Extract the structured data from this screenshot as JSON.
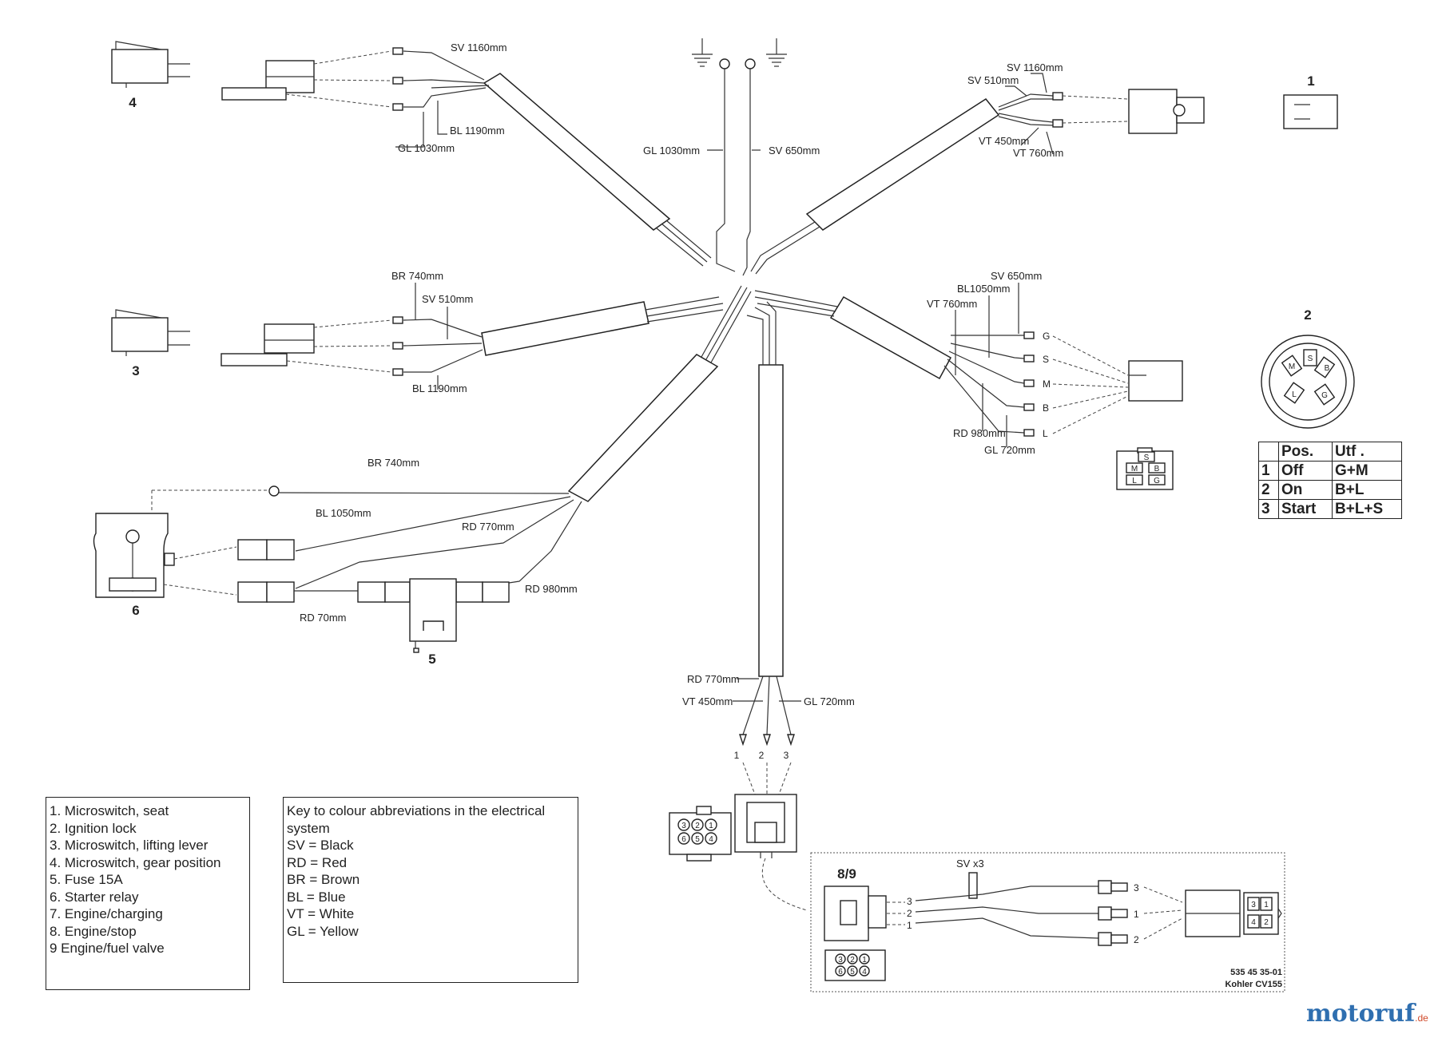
{
  "components": {
    "c1": "1",
    "c2": "2",
    "c3": "3",
    "c4": "4",
    "c5": "5",
    "c6": "6",
    "c89": "8/9"
  },
  "wire_labels": {
    "sv1160_left": "SV 1160mm",
    "bl1190_left": "BL 1190mm",
    "gl1030_left": "GL 1030mm",
    "gl1030_center": "GL 1030mm",
    "sv650_center": "SV 650mm",
    "sv1160_right": "SV 1160mm",
    "sv510_right": "SV 510mm",
    "vt450_right": "VT 450mm",
    "vt760_right": "VT 760mm",
    "br740_mid": "BR 740mm",
    "sv510_mid": "SV 510mm",
    "bl1190_mid": "BL 1190mm",
    "sv650_right": "SV 650mm",
    "bl1050_right": "BL1050mm",
    "vt760_right2": "VT 760mm",
    "rd980_right": "RD 980mm",
    "gl720_right": "GL 720mm",
    "br740_low": "BR 740mm",
    "bl1050_low": "BL 1050mm",
    "rd770_low": "RD 770mm",
    "rd980_low": "RD 980mm",
    "rd70_low": "RD 70mm",
    "rd770_bottom": "RD 770mm",
    "vt450_bottom": "VT 450mm",
    "gl720_bottom": "GL 720mm",
    "svx3": "SV x3"
  },
  "pins": {
    "g": "G",
    "s": "S",
    "m": "M",
    "b": "B",
    "l": "L",
    "p1": "1",
    "p2": "2",
    "p3": "3"
  },
  "ignition_pins": {
    "s": "S",
    "m": "M",
    "b": "B",
    "l": "L",
    "g": "G"
  },
  "plug_pins": {
    "a": "3",
    "b": "1",
    "c": "4",
    "d": "2"
  },
  "connector_pins": {
    "a": "3",
    "b": "2",
    "c": "1",
    "d": "6",
    "e": "5",
    "f": "4"
  },
  "inset": {
    "pin3": "3",
    "pin2": "2",
    "pin1": "1",
    "out3": "3",
    "out1": "1",
    "out2": "2",
    "part_no": "535 45 35-01",
    "engine": "Kohler CV155"
  },
  "legend": {
    "items": [
      "1. Microswitch, seat",
      "2. Ignition lock",
      "3. Microswitch, lifting lever",
      "4. Microswitch, gear position",
      "5. Fuse 15A",
      "6. Starter relay",
      "7. Engine/charging",
      "8. Engine/stop",
      "9 Engine/fuel valve"
    ]
  },
  "colour_key": {
    "title": "Key to colour abbreviations in the electrical system",
    "items": [
      "SV = Black",
      "RD = Red",
      "BR = Brown",
      "BL = Blue",
      "VT = White",
      "GL = Yellow"
    ]
  },
  "ignition_table": {
    "headers": [
      "",
      "Pos.",
      "Utf ."
    ],
    "rows": [
      [
        "1",
        "Off",
        "G+M"
      ],
      [
        "2",
        "On",
        "B+L"
      ],
      [
        "3",
        "Start",
        "B+L+S"
      ]
    ]
  },
  "brand": {
    "name": "motoruf",
    "suffix": ".de"
  }
}
